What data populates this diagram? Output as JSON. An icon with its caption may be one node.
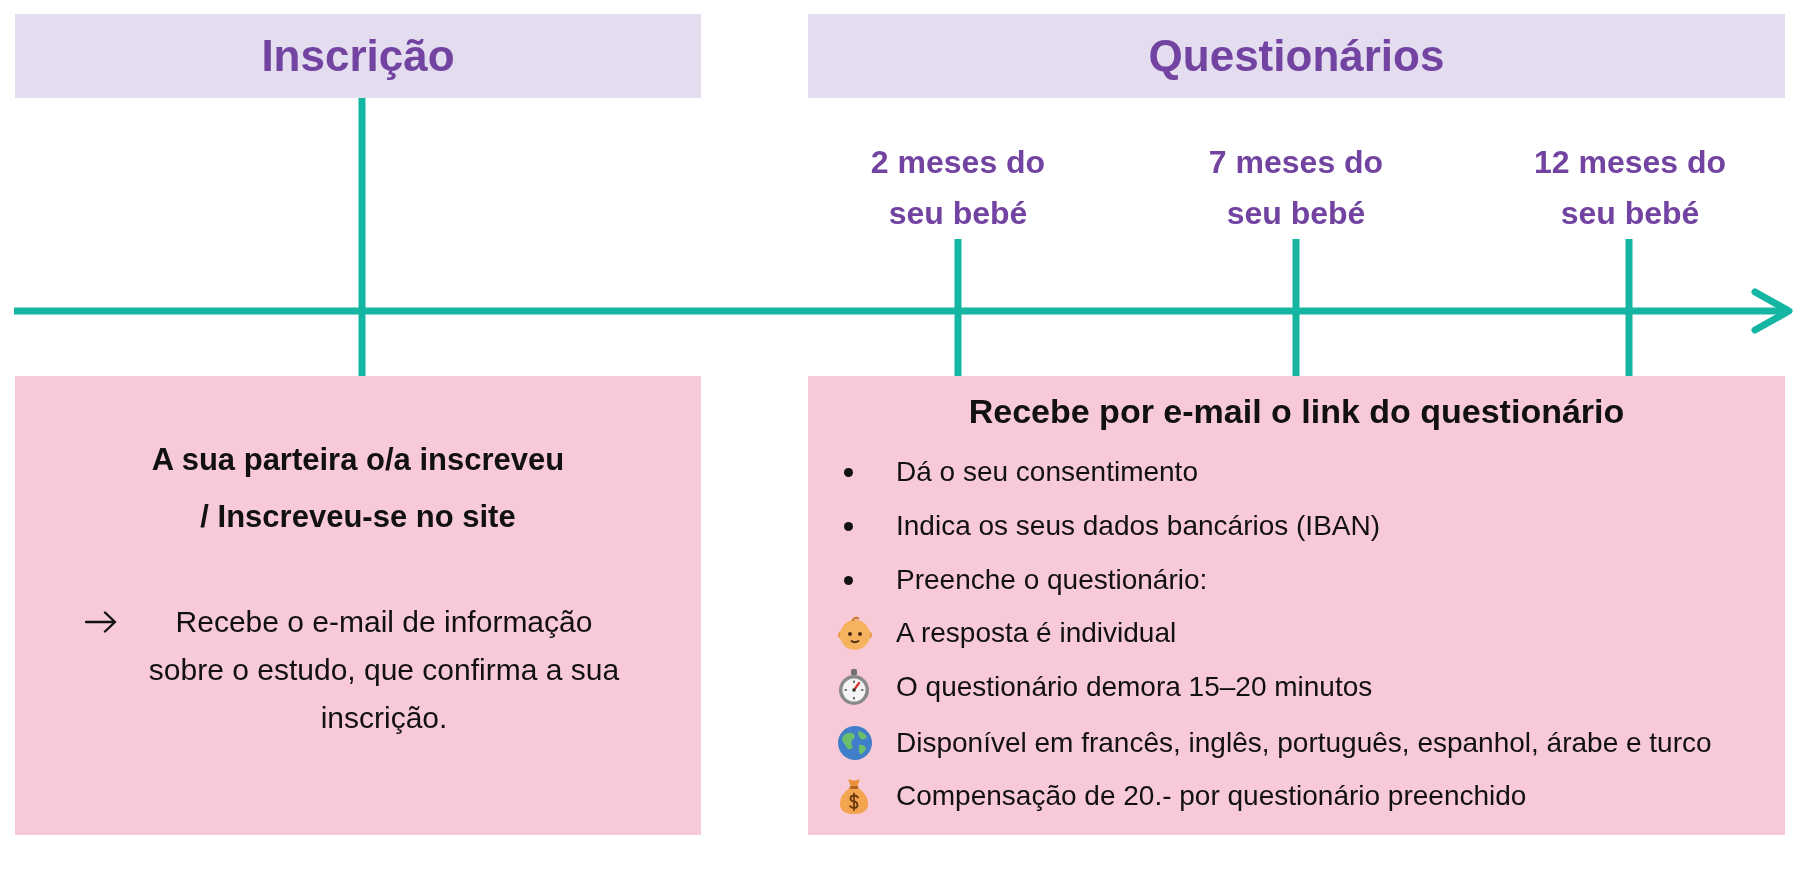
{
  "diagram": {
    "nodes": [
      {
        "text": [
          "Inscrição"
        ]
      },
      {
        "text": [
          "Questionários"
        ]
      },
      {
        "text": [
          "2 meses do seu bebé"
        ]
      },
      {
        "text": [
          "7 meses do seu bebé"
        ]
      },
      {
        "text": [
          "12 meses do seu bebé"
        ]
      },
      {
        "text": [
          "A sua parteira o/a inscreveu / Inscreveu-se no site",
          "Recebe o e-mail de informação sobre o estudo, que confirma a sua inscrição."
        ]
      },
      {
        "text": [
          "Recebe por e-mail o link do questionário",
          "Dá o seu consentimento",
          "Indica os seus dados bancários (IBAN)",
          "Preenche o questionário:",
          "A resposta é individual",
          "O questionário demora 15–20 minutos",
          "Disponível em francês, inglês, português, espanhol, árabe e turco",
          "Compensação de 20.- por questionário preenchido"
        ]
      }
    ],
    "edges": [
      {
        "from": 0,
        "to": 5,
        "arrow": "none"
      },
      {
        "from": 2,
        "to": 6,
        "arrow": "none"
      },
      {
        "from": 3,
        "to": 6,
        "arrow": "none"
      },
      {
        "from": 4,
        "to": 6,
        "arrow": "none"
      }
    ]
  }
}
